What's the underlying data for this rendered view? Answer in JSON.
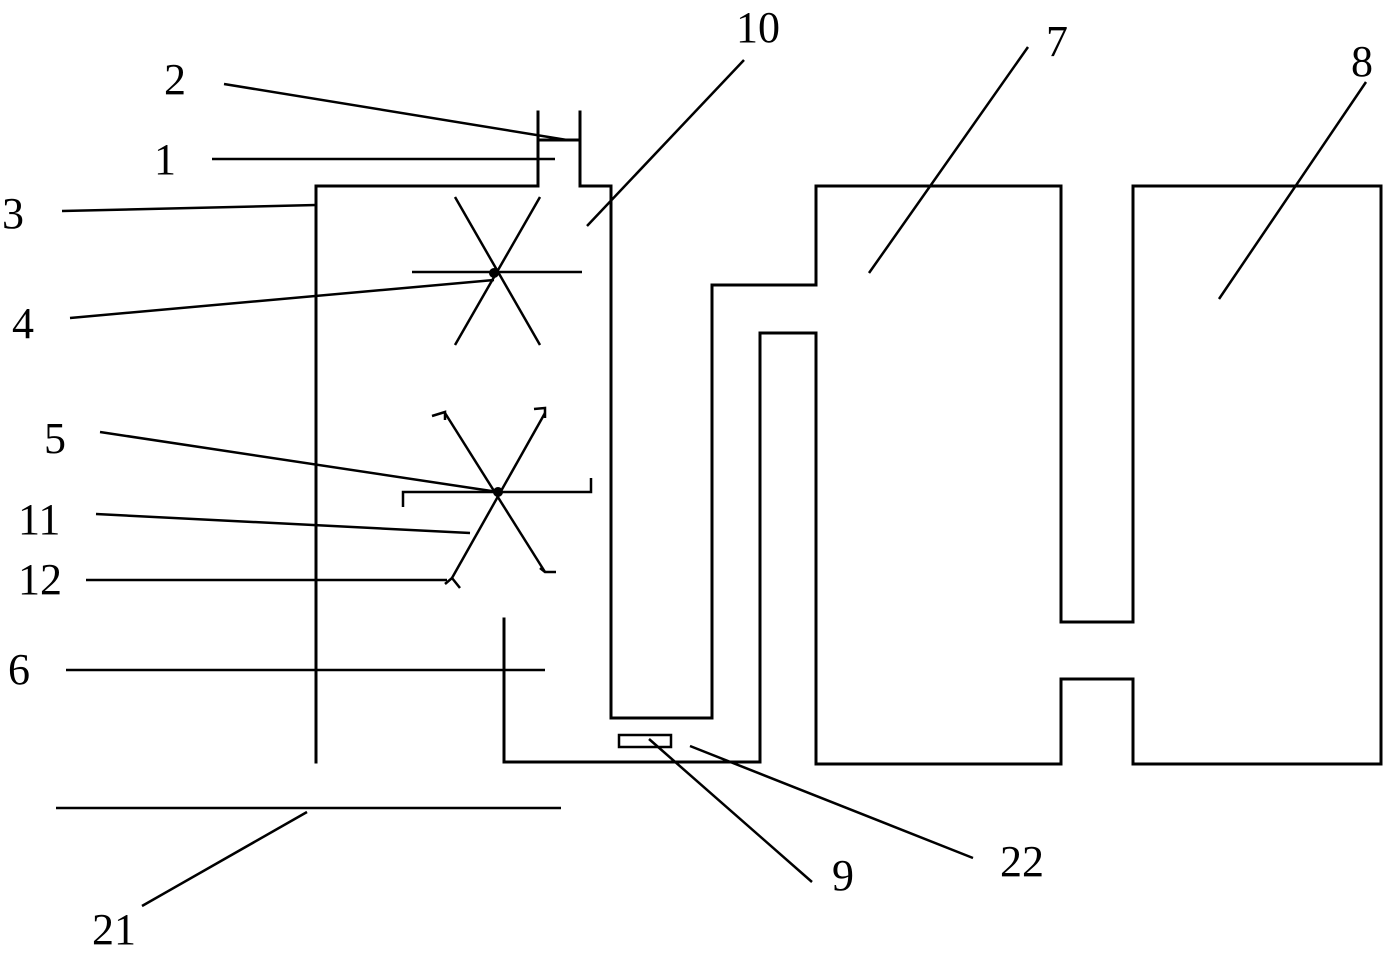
{
  "labels": {
    "l1": "1",
    "l2": "2",
    "l3": "3",
    "l4": "4",
    "l5": "5",
    "l6": "6",
    "l7": "7",
    "l8": "8",
    "l9": "9",
    "l10": "10",
    "l11": "11",
    "l12": "12",
    "l21": "21",
    "l22": "22"
  }
}
